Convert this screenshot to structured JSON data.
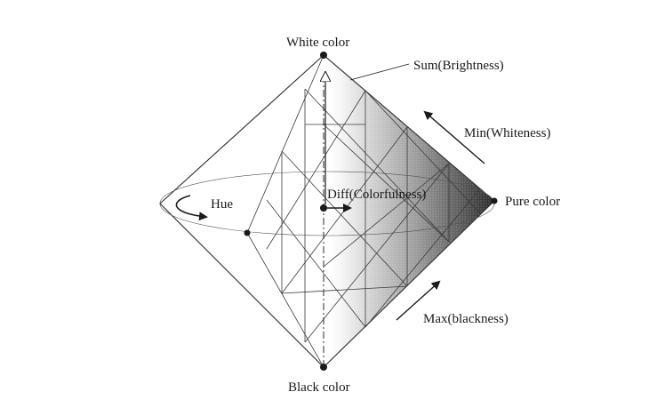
{
  "labels": {
    "white": "White color",
    "black": "Black color",
    "pure": "Pure color",
    "sum": "Sum(Brightness)",
    "min": "Min(Whiteness)",
    "max": "Max(blackness)",
    "hue": "Hue",
    "diff": "Diff(Colorfulness)"
  },
  "colors": {
    "ink": "#1a1a1a",
    "shade_light": "#ffffff",
    "shade_dark": "#2a2a2a"
  }
}
